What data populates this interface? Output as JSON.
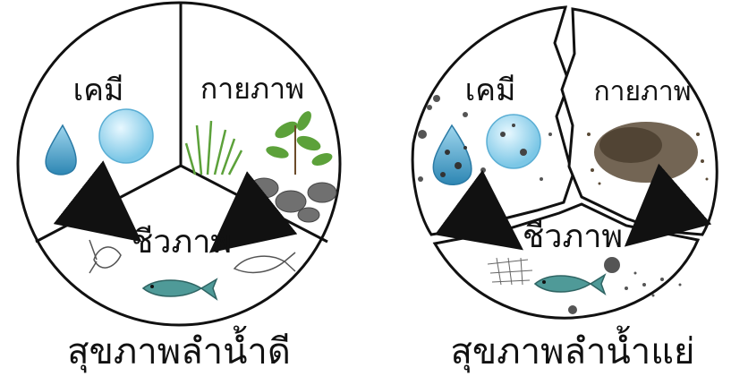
{
  "good": {
    "chemical": "เคมี",
    "physical": "กายภาพ",
    "biological": "ชีวภาพ",
    "caption": "สุขภาพลำน้ำดี"
  },
  "bad": {
    "chemical": "เคมี",
    "physical": "กายภาพ",
    "biological": "ชีวภาพ",
    "caption": "สุขภาพลำน้ำแย่"
  },
  "colors": {
    "outline": "#111111",
    "water": "#5bb3d9",
    "fish": "#4f9a98",
    "plant": "#5ca13a",
    "rock": "#6e6e6e",
    "sediment": "#5a4a36"
  }
}
